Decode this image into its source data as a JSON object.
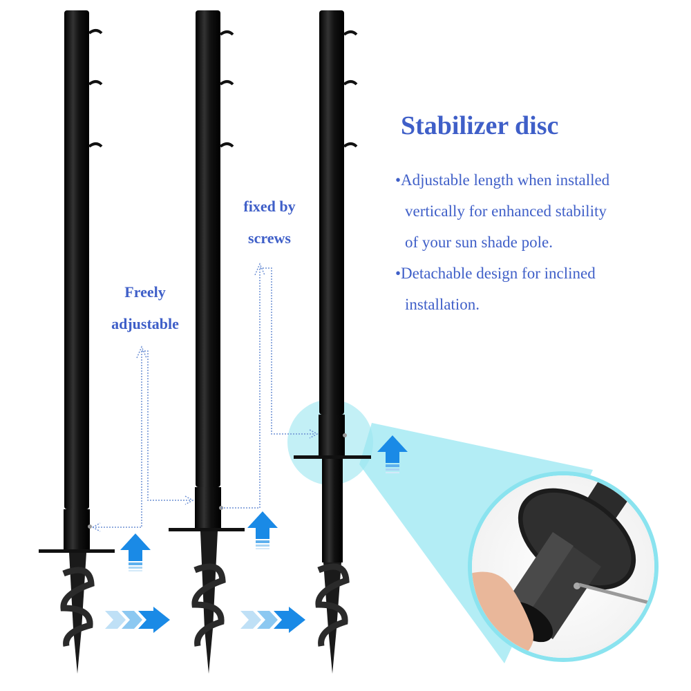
{
  "heading": "Stabilizer disc",
  "bullets": [
    {
      "lines": [
        "•Adjustable length when installed",
        "vertically for enhanced stability",
        "of your sun shade pole."
      ]
    },
    {
      "lines": [
        "•Detachable design for inclined",
        "installation."
      ]
    }
  ],
  "labels": {
    "freely": [
      "Freely",
      "adjustable"
    ],
    "fixed": [
      "fixed by",
      "screws"
    ]
  },
  "colors": {
    "text_blue": "#3f5fc8",
    "arrow_blue": "#1a8ae6",
    "zoom_cyan": "#7fe0ee",
    "pole_black": "#111111"
  }
}
